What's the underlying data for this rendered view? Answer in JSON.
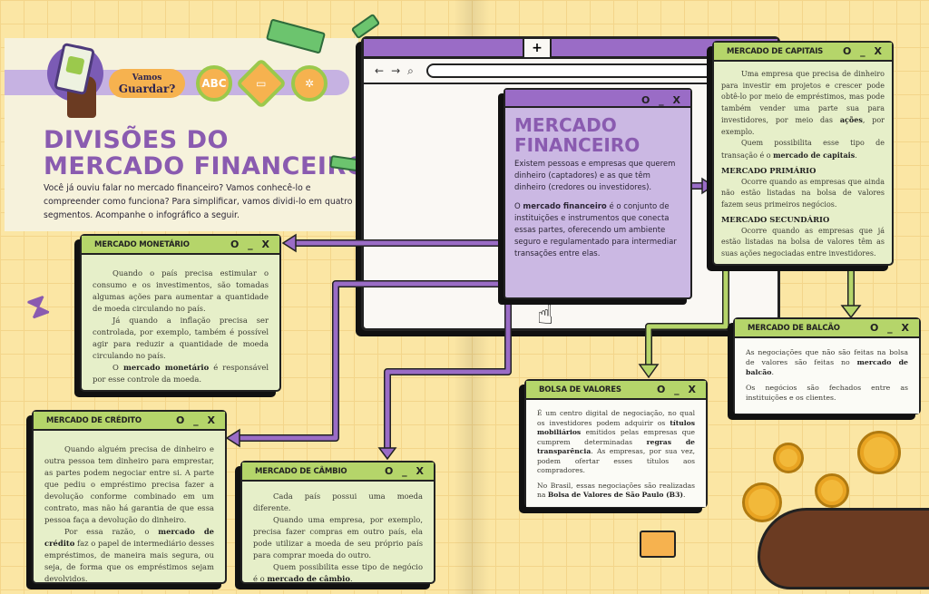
{
  "header": {
    "section_line1": "Vamos",
    "section_line2": "Guardar?",
    "badges": [
      "abc-icon",
      "chat-bubbles-icon",
      "gear-compass-icon"
    ],
    "badge_text": "ABC"
  },
  "title": {
    "line1": "DIVISÕES DO",
    "line2": "MERCADO FINANCEIRO"
  },
  "intro": "Você já ouviu falar no mercado financeiro? Vamos conhecê-lo e compreender como funciona? Para simplificar, vamos dividi-lo em quatro segmentos. Acompanhe o infográfico a seguir.",
  "window_controls": "O _ X",
  "browser": {
    "new_tab": "+",
    "back": "←",
    "forward": "→",
    "search": "⌕"
  },
  "financeiro": {
    "title_line1": "MERCADO",
    "title_line2": "FINANCEIRO",
    "p1": "Existem pessoas e empresas que querem dinheiro (captadores) e as que têm dinheiro (credores ou investidores).",
    "p2_bold": "mercado financeiro",
    "p2_pre": "O ",
    "p2_post": " é o conjunto de instituições e instrumentos que conecta essas partes, oferecendo um ambiente seguro e regulamentado para intermediar transações entre elas."
  },
  "monetario": {
    "title": "MERCADO MONETÁRIO",
    "p1": "Quando o país precisa estimular o consumo e os investimentos, são tomadas algumas ações para aumentar a quantidade de moeda circulando no país.",
    "p2": "Já quando a inflação precisa ser controlada, por exemplo, também é possível agir para reduzir a quantidade de moeda circulando no país.",
    "p3_pre": "O ",
    "p3_bold": "mercado monetário",
    "p3_post": " é responsável por esse controle da moeda."
  },
  "credito": {
    "title": "MERCADO DE CRÉDITO",
    "p1": "Quando alguém precisa de dinheiro e outra pessoa tem dinheiro para emprestar, as partes podem negociar entre si. A parte que pediu o empréstimo precisa fazer a devolução conforme combinado em um contrato, mas não há garantia de que essa pessoa faça a devolução do dinheiro.",
    "p2_pre": "Por essa razão, o ",
    "p2_bold": "mercado de crédito",
    "p2_post": " faz o papel de intermediário desses empréstimos, de maneira mais segura, ou seja, de forma que os empréstimos sejam devolvidos."
  },
  "cambio": {
    "title": "MERCADO DE CÂMBIO",
    "p1": "Cada país possui uma moeda diferente.",
    "p2": "Quando uma empresa, por exemplo, precisa fazer compras em outro país, ela pode utilizar a moeda de seu próprio país para comprar moeda do outro.",
    "p3_pre": "Quem possibilita esse tipo de negócio é o ",
    "p3_bold": "mercado de câmbio",
    "p3_post": "."
  },
  "capitais": {
    "title": "MERCADO DE CAPITAIS",
    "p1_pre": "Uma empresa que precisa de dinheiro para investir em projetos e crescer pode obtê-lo por meio de empréstimos, mas pode também vender uma parte sua para investidores, por meio das ",
    "p1_bold": "ações",
    "p1_post": ", por exemplo.",
    "p2_pre": "Quem possibilita esse tipo de transação é o ",
    "p2_bold": "mercado de capitais",
    "p2_post": ".",
    "h_primario": "MERCADO PRIMÁRIO",
    "primario": "Ocorre quando as empresas que ainda não estão listadas na bolsa de valores fazem seus primeiros negócios.",
    "h_secundario": "MERCADO SECUNDÁRIO",
    "secundario": "Ocorre quando as empresas que já estão listadas na bolsa de valores têm as suas ações negociadas entre investidores."
  },
  "balcao": {
    "title": "MERCADO DE BALCÃO",
    "p1_pre": "As negociações que não são feitas na bolsa de valores são feitas no ",
    "p1_bold": "mercado de balcão",
    "p1_post": ".",
    "p2": "Os negócios são fechados entre as instituições e os clientes."
  },
  "bolsa": {
    "title": "BOLSA DE VALORES",
    "p1_a": "É um centro digital de negociação, no qual os investidores podem adquirir os ",
    "p1_b": "títulos mobiliários",
    "p1_c": " emitidos pelas empresas que cumprem determinadas ",
    "p1_d": "regras de transparência",
    "p1_e": ". As empresas, por sua vez, podem ofertar esses títulos aos compradores.",
    "p2_pre": "No Brasil, essas negociações são realizadas na ",
    "p2_bold": "Bolsa de Valores de São Paulo (B3)",
    "p2_post": "."
  },
  "colors": {
    "purple": "#9a6cc6",
    "green": "#b5d56a",
    "yellow": "#fbe6a4"
  }
}
